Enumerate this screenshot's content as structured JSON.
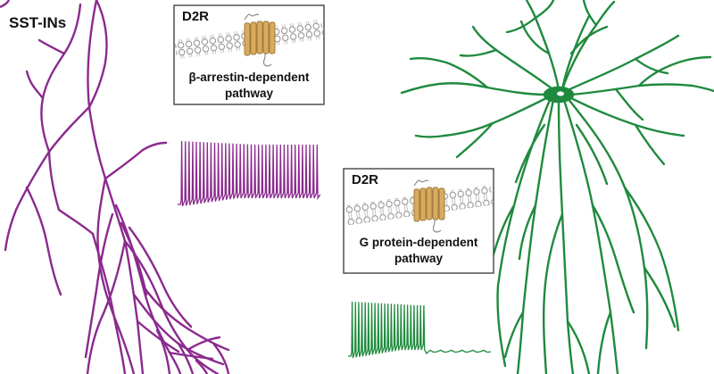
{
  "cell_left": {
    "label": "SST-INs",
    "color": "#8b2a8e"
  },
  "cell_right": {
    "color": "#1f8a3e"
  },
  "box_top": {
    "receptor": "D2R",
    "line1": "β-arrestin-dependent",
    "line2": "pathway"
  },
  "box_middle": {
    "receptor": "D2R",
    "line1": "G protein-dependent",
    "line2": "pathway"
  },
  "receptor_color": "#d9ab5e",
  "membrane_color": "#9a9a9a"
}
